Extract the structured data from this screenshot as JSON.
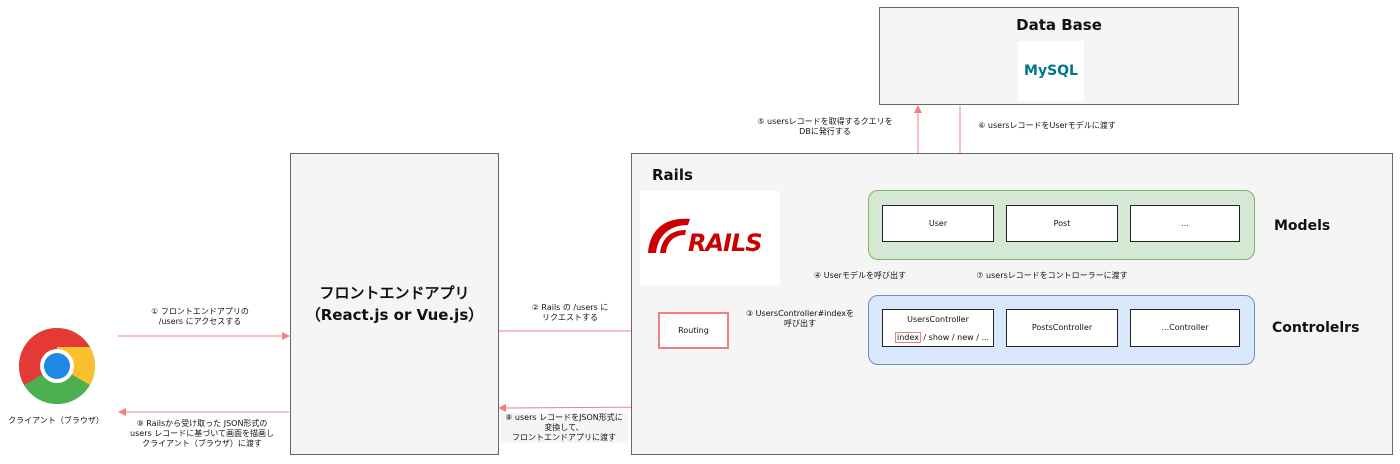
{
  "colors": {
    "arrow": "#f08080",
    "models_fill": "#d5e8d4",
    "models_border": "#82b366",
    "controllers_fill": "#dae8fc",
    "controllers_border": "#6c8ebf",
    "rails_red": "#cc0000",
    "mysql_blue": "#00758f",
    "mysql_orange": "#f29111"
  },
  "database": {
    "title": "Data Base",
    "logo_text": "MySQL"
  },
  "rails": {
    "title": "Rails",
    "logo_text": "RAILS"
  },
  "frontend": {
    "line1": "フロントエンドアプリ",
    "line2": "（React.js or Vue.js）"
  },
  "client": {
    "label": "クライアント（ブラウザ）"
  },
  "routing": {
    "label": "Routing"
  },
  "models": {
    "label": "Models",
    "items": [
      "User",
      "Post",
      "..."
    ]
  },
  "controllers": {
    "label": "Controlelrs",
    "users_title": "UsersController",
    "users_actions_prefix": "index",
    "users_actions_rest": " / show / new / ...",
    "posts": "PostsController",
    "other": "...Controller"
  },
  "steps": {
    "s1": [
      "① フロントエンドアプリの",
      "/users にアクセスする"
    ],
    "s2": [
      "② Rails の /users に",
      "リクエストする"
    ],
    "s3": [
      "③ UsersController#indexを",
      "呼び出す"
    ],
    "s4": [
      "④ Userモデルを呼び出す"
    ],
    "s5": [
      "⑤ usersレコードを取得するクエリを",
      "DBに発行する"
    ],
    "s6": [
      "⑥ usersレコードをUserモデルに渡す"
    ],
    "s7": [
      "⑦ usersレコードをコントローラーに渡す"
    ],
    "s8": [
      "⑧ users レコードをJSON形式に",
      "変換して、",
      "フロントエンドアプリに渡す"
    ],
    "s9": [
      "⑨ Railsから受け取った JSON形式の",
      "users レコードに基づいて画面を描画し",
      "クライアント（ブラウザ）に渡す"
    ]
  }
}
